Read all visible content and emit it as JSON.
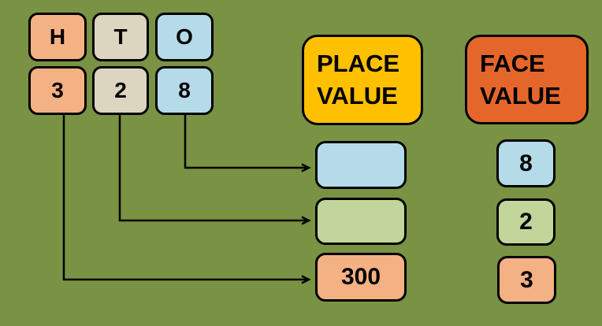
{
  "background_color": "#7A9243",
  "palette": {
    "peach": "#F4B183",
    "tan": "#DCD5C0",
    "light_blue": "#B5DBE8",
    "light_green": "#C2D69B",
    "gold": "#FFC000",
    "orange_red": "#E5662B",
    "line_color": "#000000",
    "text_color": "#000000"
  },
  "number_grid": {
    "column_headers": [
      {
        "label": "H",
        "color": "#F4B183"
      },
      {
        "label": "T",
        "color": "#DCD5C0"
      },
      {
        "label": "O",
        "color": "#B5DBE8"
      }
    ],
    "digits": [
      {
        "label": "3",
        "color": "#F4B183"
      },
      {
        "label": "2",
        "color": "#DCD5C0"
      },
      {
        "label": "8",
        "color": "#B5DBE8"
      }
    ]
  },
  "place_value": {
    "title_line1": "PLACE",
    "title_line2": "VALUE",
    "header_color": "#FFC000",
    "results": [
      {
        "value": "",
        "color": "#B5DBE8"
      },
      {
        "value": "",
        "color": "#C2D69B"
      },
      {
        "value": "300",
        "color": "#F4B183"
      }
    ]
  },
  "face_value": {
    "title_line1": "FACE",
    "title_line2": "VALUE",
    "header_color": "#E5662B",
    "results": [
      {
        "value": "8",
        "color": "#B5DBE8"
      },
      {
        "value": "2",
        "color": "#C2D69B"
      },
      {
        "value": "3",
        "color": "#F4B183"
      }
    ]
  }
}
